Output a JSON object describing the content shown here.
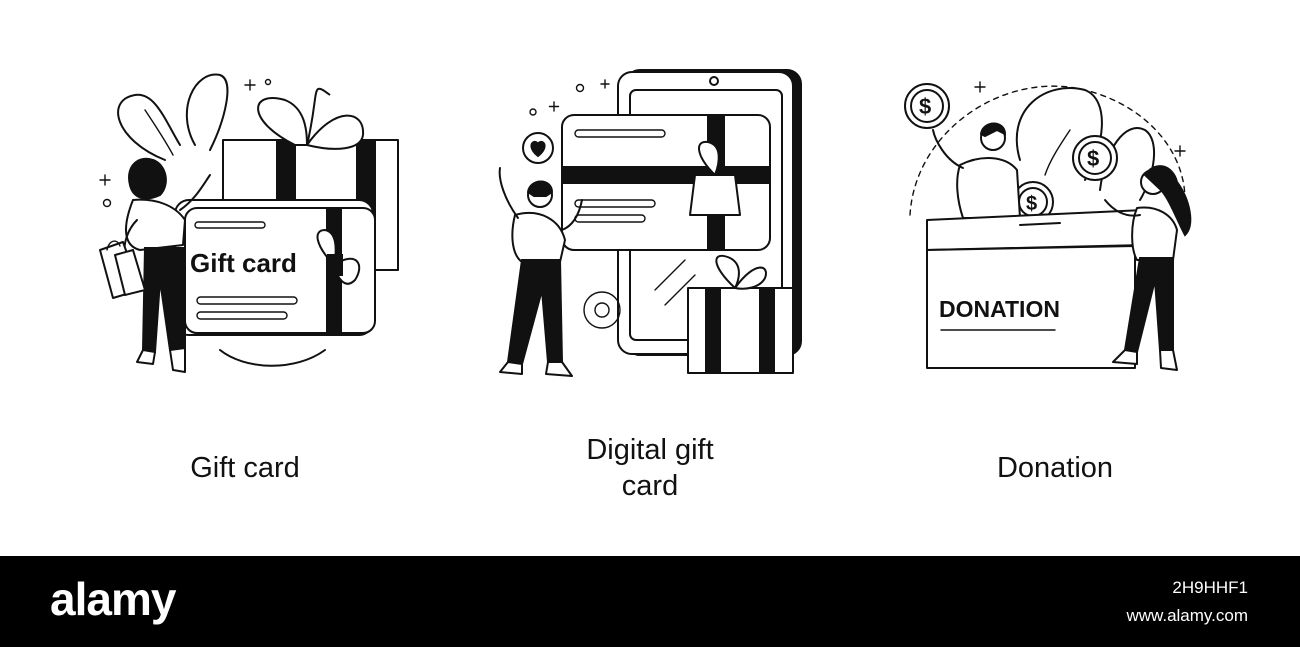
{
  "panels": [
    {
      "card_text": "Gift card",
      "caption": "Gift card"
    },
    {
      "caption_line1": "Digital gift",
      "caption_line2": "card"
    },
    {
      "box_text": "DONATION",
      "caption": "Donation",
      "coin_symbol": "$"
    }
  ],
  "footer": {
    "logo": "alamy",
    "image_id": "2H9HHF1",
    "url": "www.alamy.com"
  },
  "colors": {
    "ink": "#111111",
    "background": "#ffffff",
    "footer": "#000000"
  }
}
